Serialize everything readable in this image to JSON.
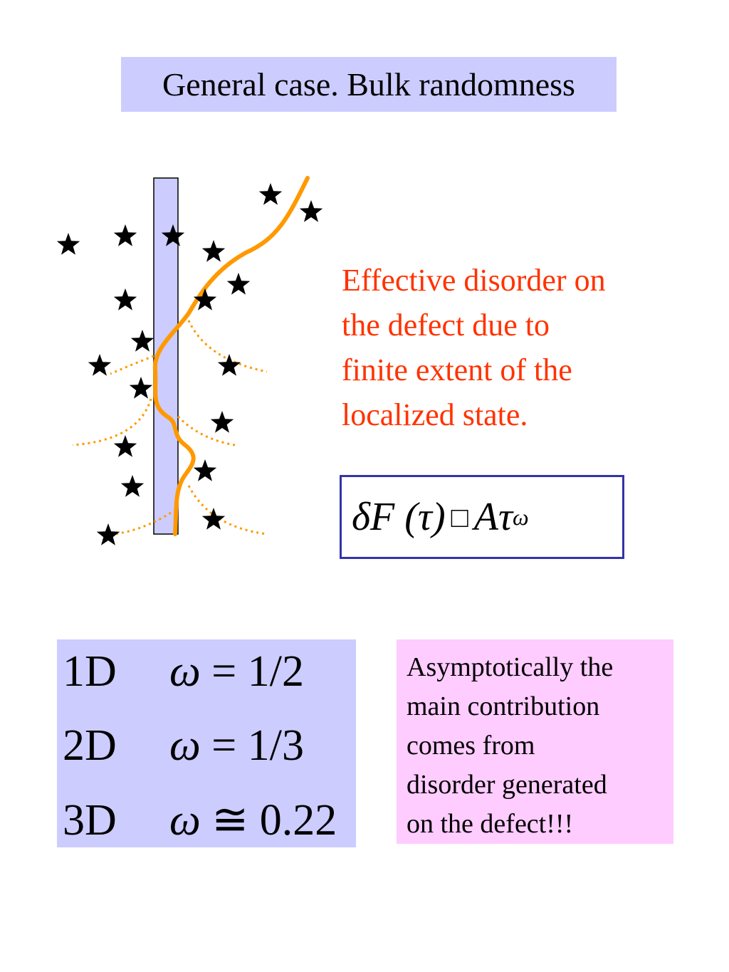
{
  "title": "General case. Bulk randomness",
  "description_lines": [
    "Effective disorder on",
    "the defect due to",
    "finite extent of the",
    "localized state."
  ],
  "formula": {
    "delta": "δ",
    "F": "F",
    "arg": "(τ)",
    "symbol": "□",
    "A": "A",
    "tau": "τ",
    "exponent": "ω"
  },
  "dimensions": [
    {
      "dim": "1D",
      "omega": "ω",
      "relation": "=",
      "value": "1/2"
    },
    {
      "dim": "2D",
      "omega": "ω",
      "relation": "=",
      "value": "1/3"
    },
    {
      "dim": "3D",
      "omega": "ω",
      "relation": "≅",
      "value": "0.22"
    }
  ],
  "note_lines": [
    "Asymptotically the",
    "main contribution",
    "comes from",
    "disorder generated",
    "on the defect!!!"
  ],
  "colors": {
    "title_bg": "#ccccff",
    "defect_fill": "#ccccff",
    "path": "#ff9900",
    "red_text": "#ff3300",
    "formula_border": "#3333aa",
    "note_bg": "#ffccff"
  },
  "icons": {
    "impurity": "star-icon"
  }
}
